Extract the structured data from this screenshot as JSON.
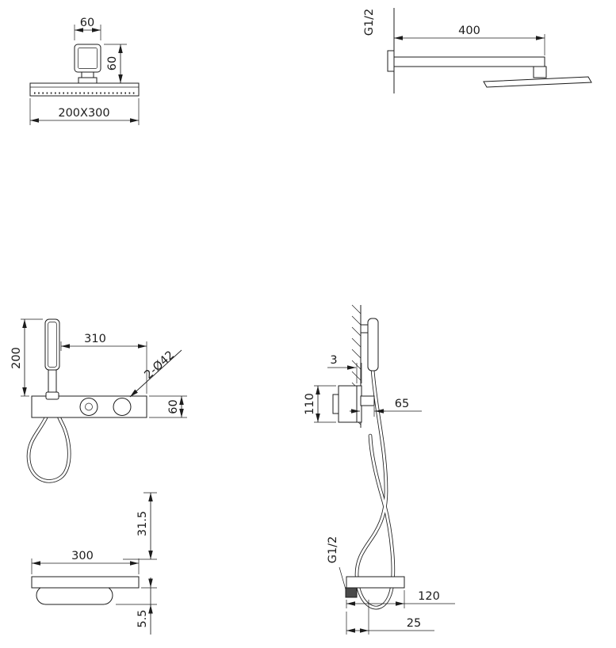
{
  "page": {
    "background": "#ffffff",
    "line_color": "#1c1c1c"
  },
  "views": {
    "overhead_front": {
      "dims": {
        "mount_width": "60",
        "mount_height": "60",
        "head_size": "200X300"
      }
    },
    "overhead_side": {
      "dims": {
        "thread": "G1/2",
        "arm_length": "400"
      }
    },
    "panel_front": {
      "dims": {
        "hand_shower_height": "200",
        "panel_width": "310",
        "holes": "2-Ø42",
        "panel_height": "60"
      }
    },
    "panel_side": {
      "dims": {
        "plate_thickness": "3",
        "body_height": "110",
        "outlet_depth": "65"
      }
    },
    "spout_front": {
      "dims": {
        "drop": "31.5",
        "width": "300",
        "lip": "5.5"
      }
    },
    "spout_side": {
      "dims": {
        "thread": "G1/2",
        "length": "120",
        "inlet_offset": "25"
      }
    }
  }
}
